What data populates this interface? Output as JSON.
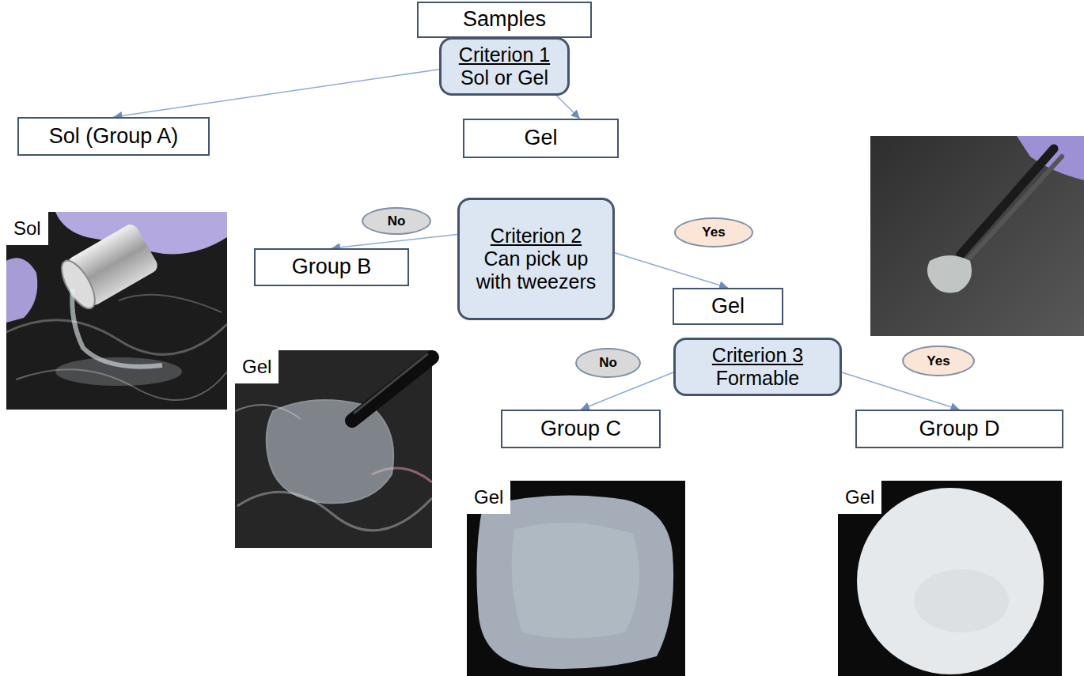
{
  "diagram": {
    "nodes": [
      {
        "text": [
          "Samples"
        ]
      },
      {
        "text": [
          "Criterion 1",
          "Sol or Gel"
        ]
      },
      {
        "text": [
          "Sol (Group A)"
        ]
      },
      {
        "text": [
          "Gel"
        ]
      },
      {
        "text": [
          "No"
        ]
      },
      {
        "text": [
          "Criterion 2",
          "Can pick up with tweezers"
        ]
      },
      {
        "text": [
          "Yes"
        ]
      },
      {
        "text": [
          "Group B"
        ]
      },
      {
        "text": [
          "Gel"
        ]
      },
      {
        "text": [
          "No"
        ]
      },
      {
        "text": [
          "Criterion 3",
          "Formable"
        ]
      },
      {
        "text": [
          "Yes"
        ]
      },
      {
        "text": [
          "Group C"
        ]
      },
      {
        "text": [
          "Group D"
        ]
      }
    ],
    "edges": [
      {
        "from": 1,
        "to": 2,
        "arrow": "to"
      },
      {
        "from": 1,
        "to": 3,
        "arrow": "to"
      },
      {
        "from": 5,
        "to": 7,
        "arrow": "to"
      },
      {
        "from": 5,
        "to": 8,
        "arrow": "to"
      },
      {
        "from": 10,
        "to": 12,
        "arrow": "to"
      },
      {
        "from": 10,
        "to": 13,
        "arrow": "to"
      }
    ],
    "labels": [
      "Sol",
      "Gel",
      "Gel",
      "Gel"
    ]
  }
}
